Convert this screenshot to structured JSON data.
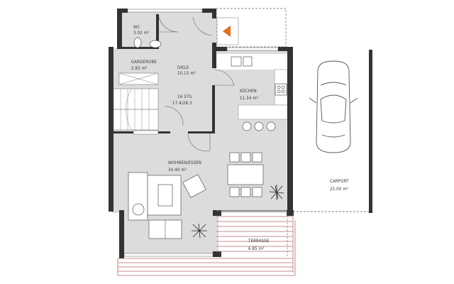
{
  "rooms": [
    {
      "name": "WC",
      "area": "3.02 m²"
    },
    {
      "name": "GARDEROBE",
      "area": "2.83 m²"
    },
    {
      "name": "DIELE",
      "area": "10.15 m²"
    },
    {
      "name": "16 STG",
      "area": "17.4/28.3"
    },
    {
      "name": "KÜCHEN",
      "area": "11.34 m²"
    },
    {
      "name": "WOHNEN/ESSEN",
      "area": "34.40 m²"
    },
    {
      "name": "CARPORT",
      "area": "25.00 m²"
    },
    {
      "name": "TERRASSE",
      "area": "6.85 m²"
    }
  ],
  "colors": {
    "floor": "#dcdcdc",
    "wall": "#333333",
    "entry_marker": "#e07020",
    "deck": "#b86a6a"
  },
  "icons": {
    "entry": "entry-arrow-icon",
    "car": "car-icon",
    "plant": "plant-icon"
  }
}
